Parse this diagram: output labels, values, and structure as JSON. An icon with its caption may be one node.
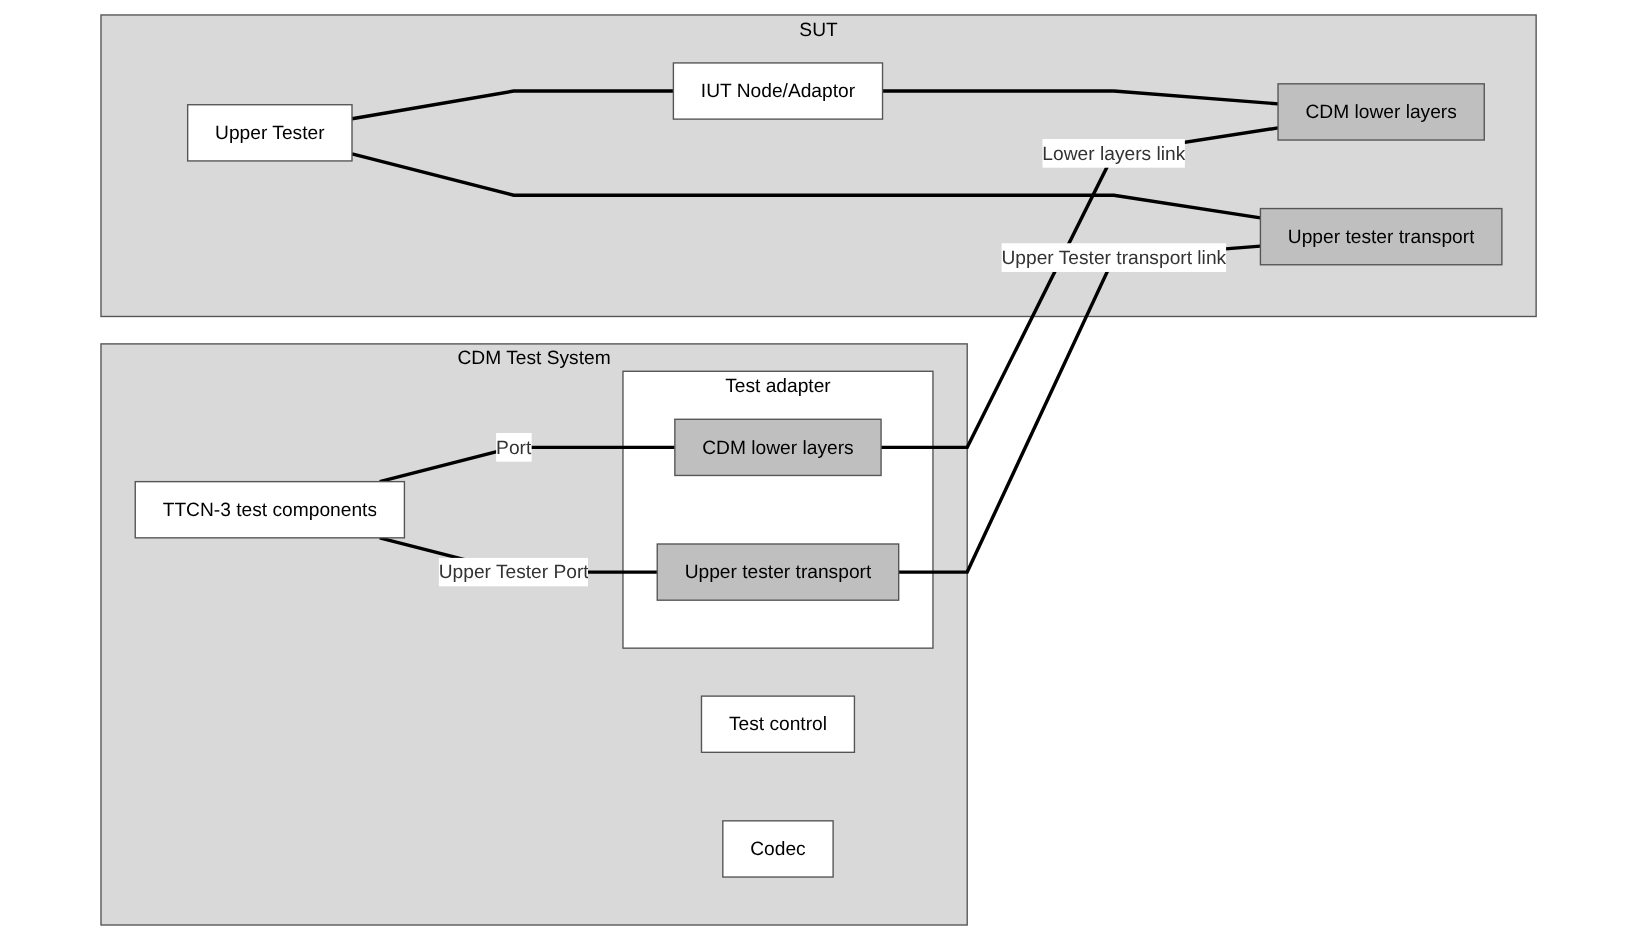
{
  "diagram": {
    "nodes": [
      {
        "text": [
          "CDM Test System"
        ]
      },
      {
        "text": [
          "Test control"
        ],
        "in": 0
      },
      {
        "text": [
          "TTCN-3 test components"
        ],
        "in": 0
      },
      {
        "text": [
          "Codec"
        ],
        "in": 0
      },
      {
        "text": [
          "Test adapter"
        ],
        "in": 0
      },
      {
        "text": [
          "Upper tester transport"
        ],
        "in": 4
      },
      {
        "text": [
          "CDM lower layers"
        ],
        "in": 4
      },
      {
        "text": [
          "SUT"
        ]
      },
      {
        "text": [
          "Upper Tester"
        ],
        "in": 7
      },
      {
        "text": [
          "IUT Node/Adaptor"
        ],
        "in": 7
      },
      {
        "text": [
          "CDM lower layers"
        ],
        "in": 7
      },
      {
        "text": [
          "Upper tester transport"
        ],
        "in": 7
      }
    ],
    "edges": [
      {
        "from": 2,
        "to": 5,
        "arrow": "none",
        "label": "Upper Tester Port"
      },
      {
        "from": 2,
        "to": 6,
        "arrow": "none",
        "label": "Port"
      },
      {
        "from": 8,
        "to": 9,
        "arrow": "none"
      },
      {
        "from": 9,
        "to": 10,
        "arrow": "none"
      },
      {
        "from": 8,
        "to": 11,
        "arrow": "none"
      },
      {
        "from": 6,
        "to": 10,
        "arrow": "none",
        "label": "Lower layers link"
      },
      {
        "from": 5,
        "to": 11,
        "arrow": "none",
        "label": "Upper Tester transport link"
      }
    ]
  }
}
